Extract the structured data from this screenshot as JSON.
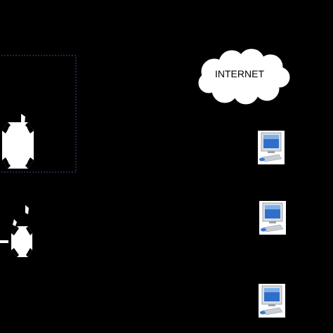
{
  "diagram": {
    "background_color": "#000000",
    "cloud": {
      "label": "INTERNET",
      "fill_color": "#ffffff"
    },
    "dashed_boundary_color": "#3b4a8a",
    "routers": [
      {
        "id": "router-1",
        "icon": "router-icon"
      },
      {
        "id": "router-2",
        "icon": "router-icon"
      }
    ],
    "computers": [
      {
        "id": "computer-1",
        "icon": "desktop-computer-icon"
      },
      {
        "id": "computer-2",
        "icon": "desktop-computer-icon"
      },
      {
        "id": "computer-3",
        "icon": "desktop-computer-icon"
      }
    ],
    "colors": {
      "monitor_screen": "#2f6fc9",
      "monitor_frame": "#d9dde3",
      "keyboard": "#c9ced6",
      "mouse": "#3a79d4"
    }
  }
}
